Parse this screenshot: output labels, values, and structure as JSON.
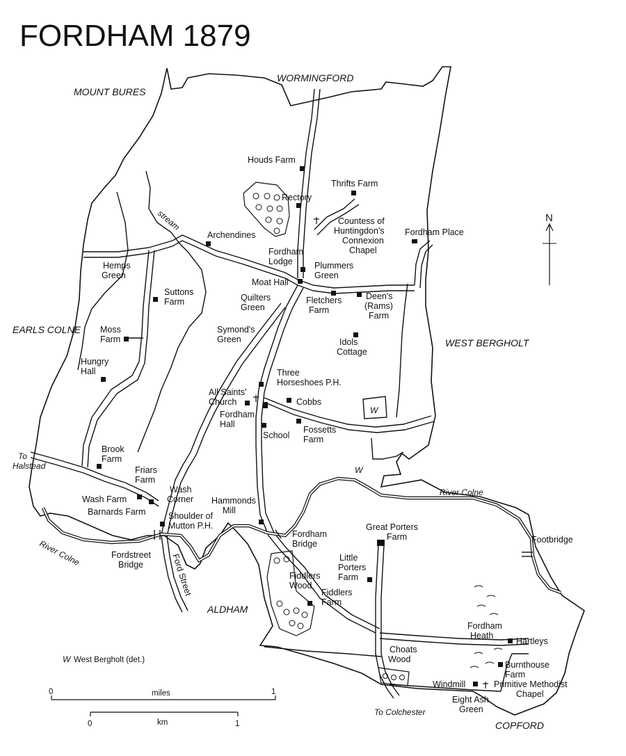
{
  "map": {
    "title": "FORDHAM 1879",
    "north_label": "N",
    "parishes": {
      "wormingford": "WORMINGFORD",
      "mount_bures": "MOUNT BURES",
      "earls_colne": "EARLS COLNE",
      "west_bergholt": "WEST BERGHOLT",
      "aldham": "ALDHAM",
      "copford": "COPFORD"
    },
    "places": {
      "houds_farm": "Houds Farm",
      "thrifts_farm": "Thrifts Farm",
      "rectory": "Rectory",
      "countess_1": "Countess of",
      "countess_2": "Huntingdon's",
      "countess_3": "Connexion",
      "countess_4": "Chapel",
      "fordham_place": "Fordham Place",
      "archendines": "Archendines",
      "fordham_lodge_1": "Fordham",
      "fordham_lodge_2": "Lodge",
      "plummers_1": "Plummers",
      "plummers_2": "Green",
      "hemps_1": "Hemps",
      "hemps_2": "Green",
      "moat_hall": "Moat Hall",
      "quilters_1": "Quilters",
      "quilters_2": "Green",
      "fletchers_1": "Fletchers",
      "fletchers_2": "Farm",
      "deens_1": "Deen's",
      "deens_2": "(Rams)",
      "deens_3": "Farm",
      "suttons_1": "Suttons",
      "suttons_2": "Farm",
      "moss_1": "Moss",
      "moss_2": "Farm",
      "symonds_1": "Symond's",
      "symonds_2": "Green",
      "idols_1": "Idols",
      "idols_2": "Cottage",
      "hungry_1": "Hungry",
      "hungry_2": "Hall",
      "three_1": "Three",
      "three_2": "Horseshoes P.H.",
      "allsaints_1": "All Saints'",
      "allsaints_2": "Church",
      "cobbs": "Cobbs",
      "fordham_hall_1": "Fordham",
      "fordham_hall_2": "Hall",
      "school": "School",
      "fossetts_1": "Fossetts",
      "fossetts_2": "Farm",
      "to_halstead_1": "To",
      "to_halstead_2": "Halstead",
      "brook_1": "Brook",
      "brook_2": "Farm",
      "friars_1": "Friars",
      "friars_2": "Farm",
      "wash_farm": "Wash Farm",
      "wash_corner_1": "Wash",
      "wash_corner_2": "Corner",
      "barnards_farm": "Barnards Farm",
      "shoulder_1": "Shoulder of",
      "shoulder_2": "Mutton P.H.",
      "hammonds_1": "Hammonds",
      "hammonds_2": "Mill",
      "great_porters_1": "Great Porters",
      "great_porters_2": "Farm",
      "fordham_bridge_1": "Fordham",
      "fordham_bridge_2": "Bridge",
      "footbridge": "Footbridge",
      "fordstreet_bridge_1": "Fordstreet",
      "fordstreet_bridge_2": "Bridge",
      "ford_street": "Ford Street",
      "little_porters_1": "Little",
      "little_porters_2": "Porters",
      "little_porters_3": "Farm",
      "fiddlers_wood_1": "Fiddlers",
      "fiddlers_wood_2": "Wood",
      "fiddlers_farm_1": "Fiddlers",
      "fiddlers_farm_2": "Farm",
      "fordham_heath_1": "Fordham",
      "fordham_heath_2": "Heath",
      "hartleys": "Hartleys",
      "choats_1": "Choats",
      "choats_2": "Wood",
      "burnthouse_1": "Burnthouse",
      "burnthouse_2": "Farm",
      "windmill": "Windmill",
      "primitive_1": "Primitive Methodist",
      "primitive_2": "Chapel",
      "eight_ash_1": "Eight Ash",
      "eight_ash_2": "Green",
      "to_colchester": "To Colchester",
      "stream": "stream",
      "river_colne_east": "River Colne",
      "river_colne_west": "River Colne",
      "w_marker": "W",
      "w_marker_river": "W"
    },
    "legend": {
      "symbol": "W",
      "text": "West Bergholt (det.)"
    },
    "scale": {
      "miles_start": "0",
      "miles_label": "miles",
      "miles_end": "1",
      "km_start": "0",
      "km_label": "km",
      "km_end": "1"
    }
  }
}
